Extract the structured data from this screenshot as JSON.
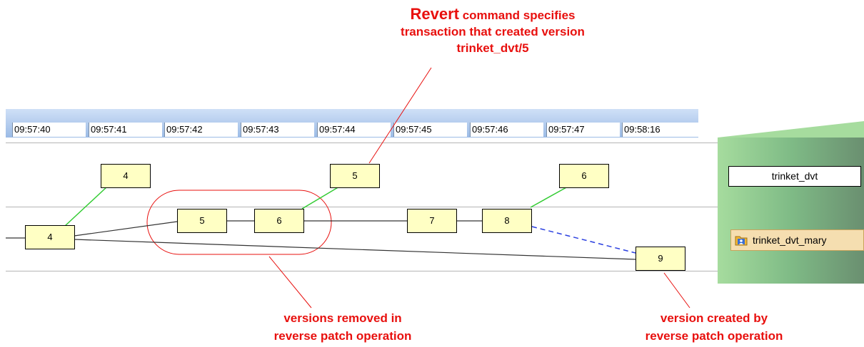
{
  "callouts": {
    "revert_word": "Revert",
    "revert_rest_1": "command specifies",
    "revert_line_2": "transaction that created version",
    "revert_line_3": "trinket_dvt/5",
    "removed_line_1": "versions removed in",
    "removed_line_2": "reverse patch operation",
    "created_line_1": "version created by",
    "created_line_2": "reverse patch operation"
  },
  "timeline": {
    "ticks": [
      "09:57:40",
      "09:57:41",
      "09:57:42",
      "09:57:43",
      "09:57:44",
      "09:57:45",
      "09:57:46",
      "09:57:47",
      "09:58:16"
    ]
  },
  "branches": {
    "main": "trinket_dvt",
    "mary": "trinket_dvt_mary",
    "mary_icon": "folder-user-icon"
  },
  "versions": {
    "top_4": "4",
    "top_5": "5",
    "top_6": "6",
    "mary_4": "4",
    "mary_5": "5",
    "mary_6": "6",
    "mary_7": "7",
    "mary_8": "8",
    "mary_9": "9"
  },
  "colors": {
    "callout": "#e8100e",
    "merge_line": "#33cc33",
    "reverse_link": "#2a3fe0",
    "node_fill": "#ffffc4"
  }
}
